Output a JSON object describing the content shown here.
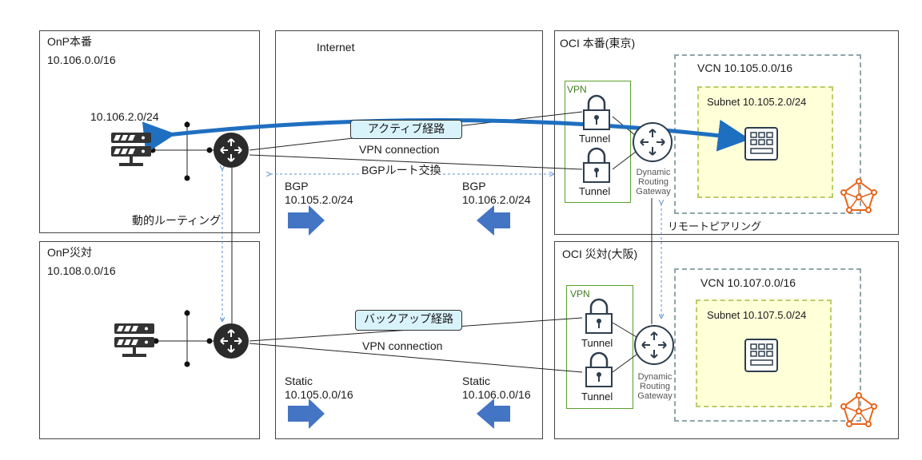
{
  "onp_main": {
    "title": "OnP本番",
    "cidr": "10.106.0.0/16",
    "subnet": "10.106.2.0/24"
  },
  "onp_dr": {
    "title": "OnP災対",
    "cidr": "10.108.0.0/16"
  },
  "internet": {
    "title": "Internet",
    "active_path": "アクティブ経路",
    "backup_path": "バックアップ経路",
    "vpn_connection": "VPN connection",
    "bgp_exchange": "BGPルート交換",
    "bgp_left_label": "BGP",
    "bgp_left_cidr": "10.105.2.0/24",
    "bgp_right_label": "BGP",
    "bgp_right_cidr": "10.106.2.0/24",
    "static_left_label": "Static",
    "static_left_cidr": "10.105.0.0/16",
    "static_right_label": "Static",
    "static_right_cidr": "10.106.0.0/16"
  },
  "dynamic_routing_label": "動的ルーティング",
  "remote_peering_label": "リモートピアリング",
  "oci_main": {
    "title": "OCI 本番(東京)",
    "vcn": "VCN 10.105.0.0/16",
    "subnet": "Subnet 10.105.2.0/24",
    "vpn": "VPN",
    "tunnel1": "Tunnel",
    "tunnel2": "Tunnel",
    "drg_line1": "Dynamic",
    "drg_line2": "Routing",
    "drg_line3": "Gateway"
  },
  "oci_dr": {
    "title": "OCI 災対(大阪)",
    "vcn": "VCN 10.107.0.0/16",
    "subnet": "Subnet 10.107.5.0/24",
    "vpn": "VPN",
    "tunnel1": "Tunnel",
    "tunnel2": "Tunnel",
    "drg_line1": "Dynamic",
    "drg_line2": "Routing",
    "drg_line3": "Gateway"
  },
  "colors": {
    "active_arrow": "#1f6fc0",
    "block_arrow": "#4474c4",
    "callout_fill": "#d9f3fb",
    "subnet_fill": "#ffffd8",
    "vcn_border": "#8fa6a8",
    "vpn_border": "#5aa02c",
    "router": "#2b2b2b",
    "drg": "#2e3e4e",
    "vcn_icon": "#e8641c"
  }
}
